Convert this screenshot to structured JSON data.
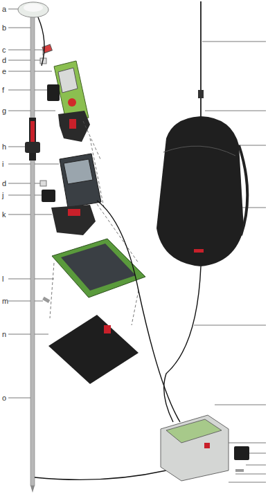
{
  "diagram": {
    "labels": [
      "a",
      "b",
      "c",
      "d",
      "e",
      "f",
      "g",
      "h",
      "i",
      "d",
      "j",
      "k",
      "l",
      "m",
      "n",
      "o"
    ]
  }
}
